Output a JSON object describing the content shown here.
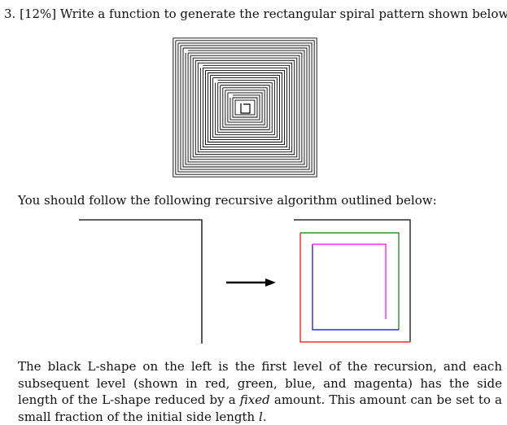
{
  "question": {
    "number": "3.",
    "weight": "[12%]",
    "text": "Write a function to generate the rectangular spiral pattern shown below."
  },
  "instruction": "You should follow the following recursive algorithm outlined below:",
  "explanation": {
    "part1": "The black L-shape on the left is the first level of the recursion, and each subsequent level (shown in red, green, blue, and magenta) has the side length of the L-shape reduced by a ",
    "emphasis": "fixed",
    "part2": " amount. This amount can be set to a small fraction of the initial side length ",
    "variable": "l",
    "part3": "."
  },
  "colors": {
    "ink": "#000000",
    "level_red": "#ff0000",
    "level_green": "#008000",
    "level_blue": "#0000ff",
    "level_magenta": "#ff00ff"
  }
}
